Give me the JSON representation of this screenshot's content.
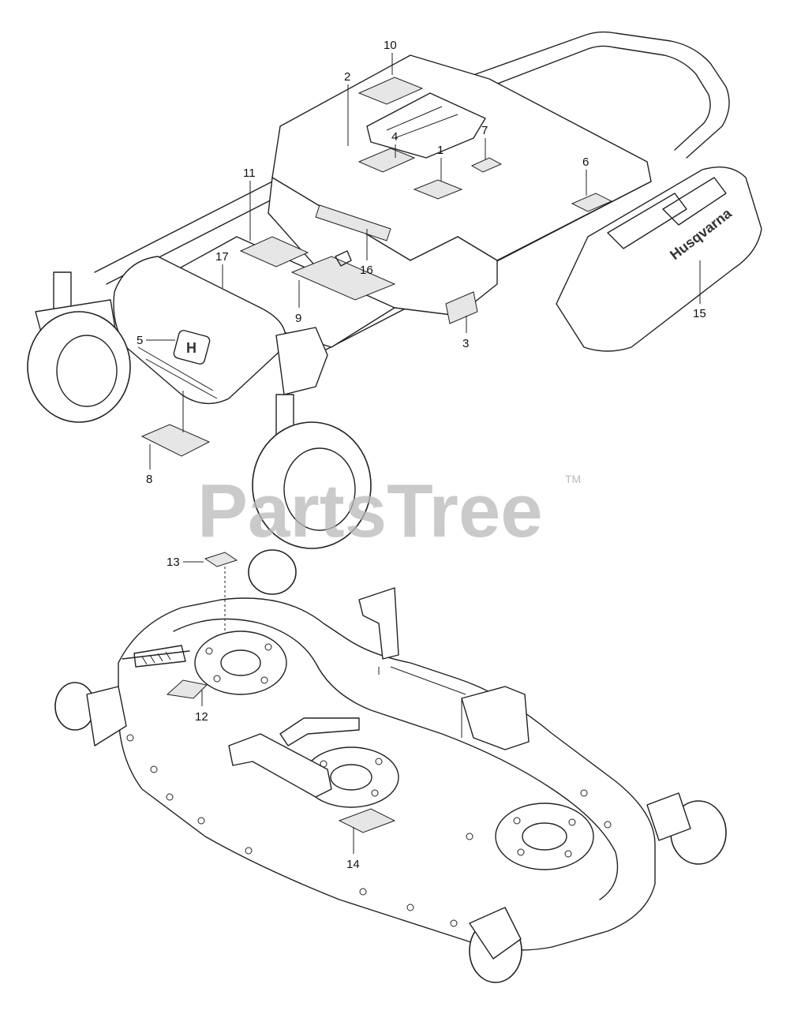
{
  "watermark": {
    "text": "PartsTree",
    "trademark": "TM"
  },
  "brand_text": "Husqvarna",
  "callouts": {
    "c1": "1",
    "c2": "2",
    "c3": "3",
    "c4": "4",
    "c5": "5",
    "c6": "6",
    "c7": "7",
    "c8": "8",
    "c9": "9",
    "c10": "10",
    "c11": "11",
    "c12": "12",
    "c13": "13",
    "c14": "14",
    "c15": "15",
    "c16": "16",
    "c17": "17"
  },
  "colors": {
    "line": "#222222",
    "decal": "#e6e6e6",
    "watermark": "#b9b9b9"
  }
}
